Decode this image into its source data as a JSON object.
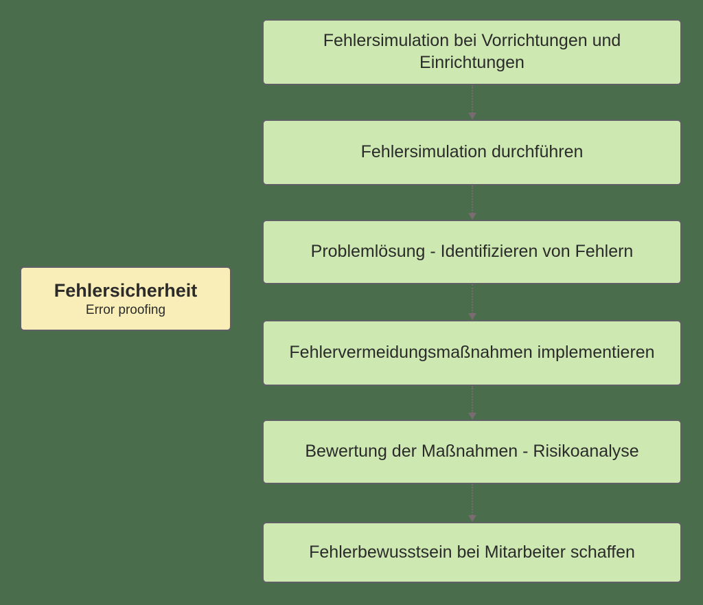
{
  "diagram": {
    "type": "flowchart",
    "orientation": "top-to-bottom",
    "background_color": "#4a6e4c",
    "root": {
      "title": "Fehlersicherheit",
      "subtitle": "Error proofing",
      "fill_color": "#f9eeb8",
      "border_color": "#5f5f66"
    },
    "steps": [
      {
        "label": "Fehlersimulation bei Vorrichtungen und Einrichtungen"
      },
      {
        "label": "Fehlersimulation durchführen"
      },
      {
        "label": "Problemlösung - Identifizieren von Fehlern"
      },
      {
        "label": "Fehlervermeidungsmaßnahmen implementieren"
      },
      {
        "label": "Bewertung der Maßnahmen - Risikoanalyse"
      },
      {
        "label": "Fehlerbewusstsein bei Mitarbeiter schaffen"
      }
    ],
    "step_style": {
      "fill_color": "#cde8b0",
      "border_color": "#5f5f66"
    },
    "connector_style": {
      "line": "dotted",
      "color": "#7a6a72",
      "arrow": "triangle-down"
    }
  }
}
